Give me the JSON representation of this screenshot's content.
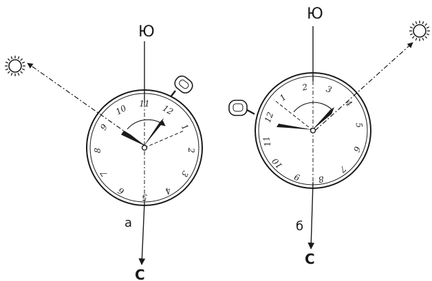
{
  "diagram": {
    "colors": {
      "ink": "#1a1a1a",
      "paper": "#ffffff"
    },
    "left_panel": {
      "panel_label": "а",
      "top_label": "Ю",
      "bottom_label": "С",
      "dial_numbers": [
        "11",
        "12",
        "1",
        "2",
        "3",
        "4",
        "5",
        "6",
        "7",
        "8",
        "9",
        "10"
      ],
      "sun_icon": "sun-icon"
    },
    "right_panel": {
      "panel_label": "б",
      "top_label": "Ю",
      "bottom_label": "С",
      "dial_numbers": [
        "1",
        "2",
        "3",
        "4",
        "5",
        "6",
        "7",
        "8",
        "9",
        "10",
        "11",
        "12"
      ],
      "sun_icon": "sun-icon"
    }
  }
}
